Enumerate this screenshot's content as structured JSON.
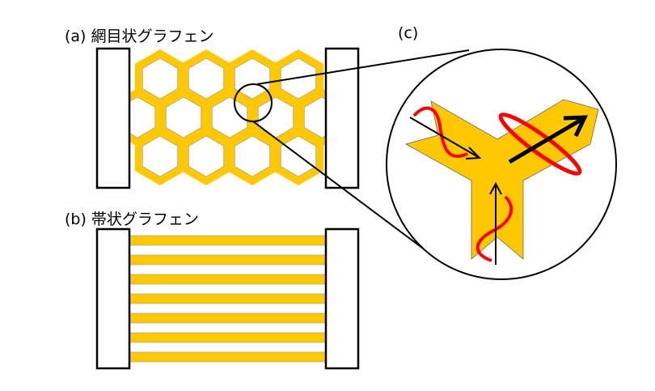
{
  "labels": {
    "a": "(a) 網目状グラフェン",
    "b": "(b) 帯状グラフェン",
    "c": "(c)"
  },
  "colors": {
    "graphene": "#FFC800",
    "wave": "#FF0000",
    "outline": "#000000"
  },
  "structure": {
    "mesh_rows": 3,
    "mesh_columns": 4,
    "ribbon_count": 7
  }
}
